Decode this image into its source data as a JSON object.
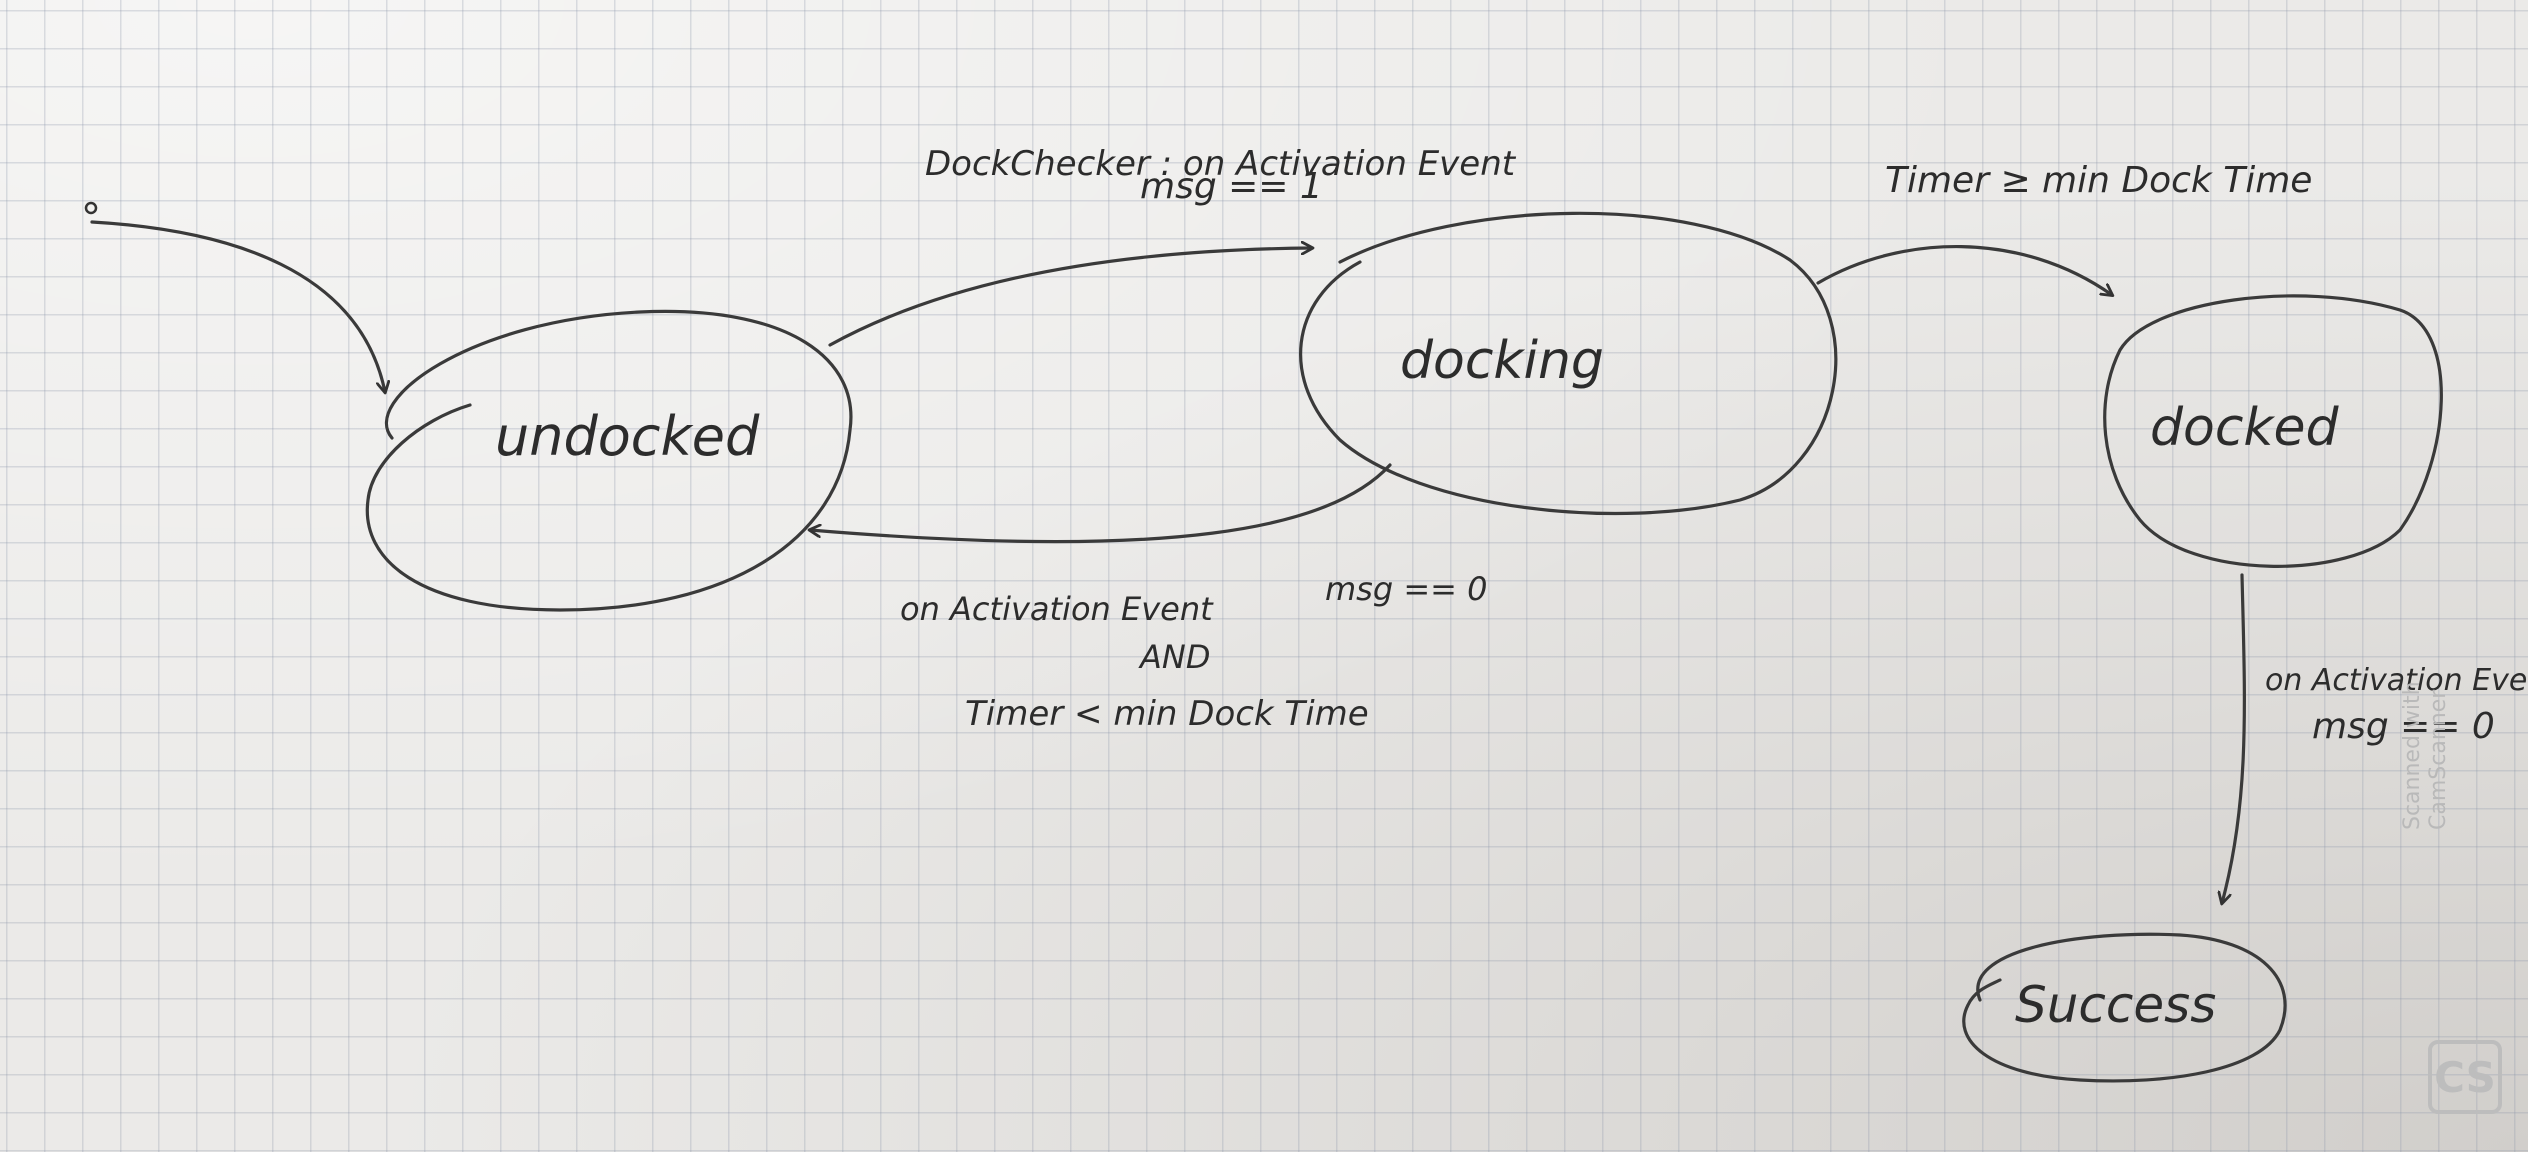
{
  "states": {
    "undocked": "undocked",
    "docking": "docking",
    "docked": "docked",
    "success": "Success"
  },
  "transitions": {
    "undocked_to_docking": {
      "line1": "DockChecker : on Activation Event",
      "line2": "msg == 1"
    },
    "docking_to_undocked": {
      "line1": "on Activation Event",
      "line1b": "msg == 0",
      "line2": "AND",
      "line3": "Timer  <  min Dock Time"
    },
    "docking_to_docked": {
      "line1": "Timer  ≥  min Dock Time"
    },
    "docked_to_success": {
      "line1": "on Activation Eve",
      "line2": "msg == 0"
    }
  },
  "watermark": {
    "text_line1": "Scanned with",
    "text_line2": "CamScanner",
    "logo": "CS"
  }
}
